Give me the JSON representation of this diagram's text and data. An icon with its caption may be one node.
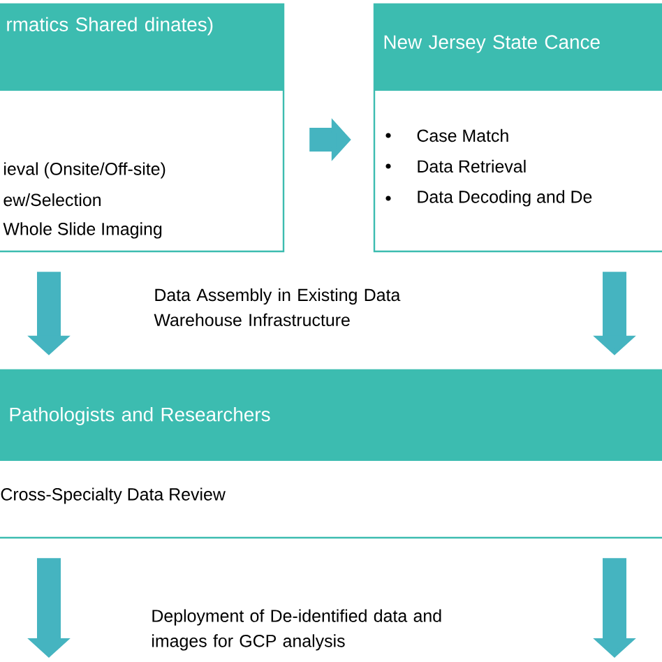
{
  "diagram": {
    "nodes": [
      {
        "text": [
          "rmatics Shared dinates)",
          "ieval (Onsite/Off-site)",
          "ew/Selection",
          "Whole Slide Imaging"
        ]
      },
      {
        "text": [
          "New Jersey State Cance",
          "Case Match",
          "Data Retrieval",
          "Data Decoding and De"
        ]
      },
      {
        "text": [
          "Pathologists and Researchers",
          "Cross-Specialty Data Review"
        ]
      }
    ],
    "edges": [
      {
        "from": 0,
        "to": 1,
        "arrow": "to"
      },
      {
        "from": 0,
        "to": 2,
        "arrow": "to"
      },
      {
        "from": 1,
        "to": 2,
        "arrow": "to"
      },
      {
        "from": 2,
        "to": null,
        "arrow": "to"
      },
      {
        "from": 2,
        "to": null,
        "arrow": "to"
      }
    ],
    "labels": [
      "Data Assembly in Existing Data Warehouse Infrastructure",
      "Deployment of De-identified data and images for GCP analysis"
    ]
  }
}
